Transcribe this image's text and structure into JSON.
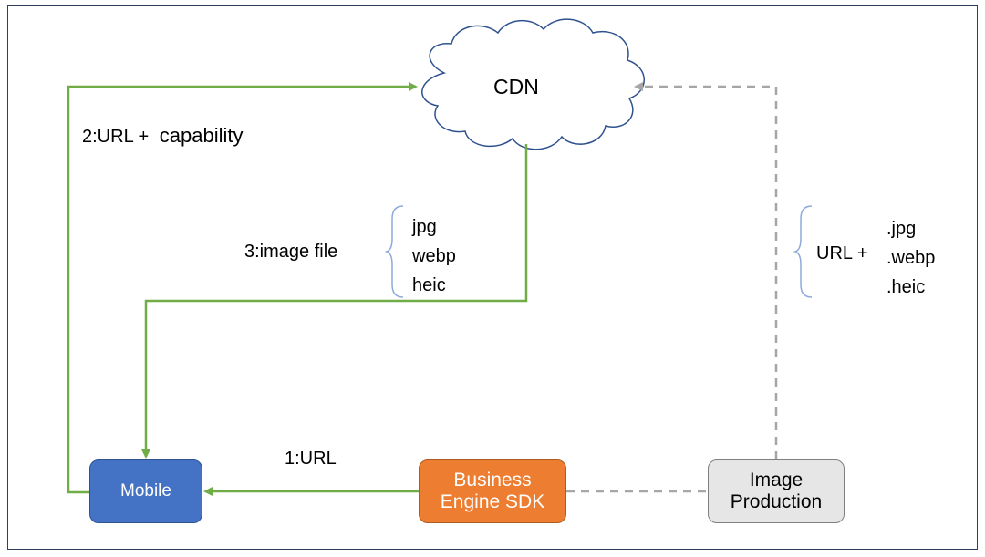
{
  "nodes": {
    "cdn": "CDN",
    "mobile": "Mobile",
    "sdk": [
      "Business",
      "Engine SDK"
    ],
    "production": [
      "Image",
      "Production"
    ]
  },
  "labels": {
    "url_capability_prefix": "2:URL  +",
    "url_capability_suffix": "capability",
    "image_file": "3:image file",
    "image_formats": [
      "jpg",
      "webp",
      "heic"
    ],
    "url_plus": "URL  +",
    "url_extensions": [
      ".jpg",
      ".webp",
      ".heic"
    ],
    "step1": "1:URL"
  },
  "colors": {
    "flow_arrow": "#70ad47",
    "dashed_arrow": "#a6a6a6",
    "brace": "#8eaadb",
    "mobile": "#4472c4",
    "sdk": "#ed7d31",
    "production": "#e7e6e6"
  }
}
